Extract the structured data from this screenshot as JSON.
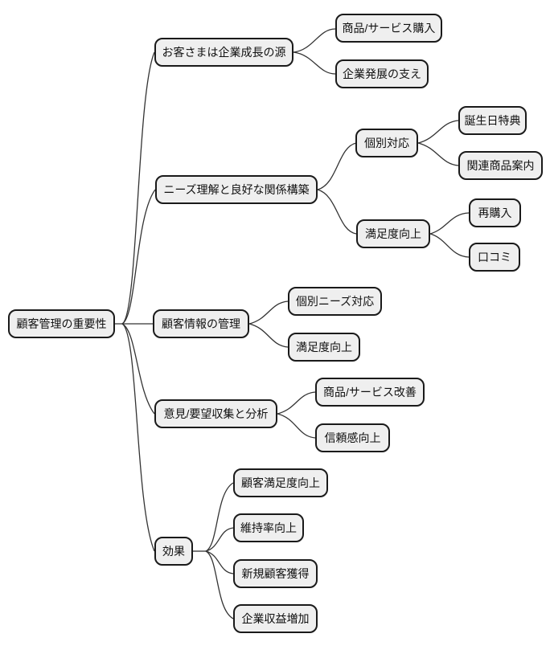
{
  "diagram": {
    "type": "mindmap",
    "colors": {
      "background": "#ffffff",
      "node_fill": "#efefef",
      "node_border": "#1a1a1a",
      "connector": "#333333",
      "text": "#111111"
    },
    "root": {
      "label": "顧客管理の重要性"
    },
    "branches": [
      {
        "label": "お客さまは企業成長の源",
        "children": [
          {
            "label": "商品/サービス購入"
          },
          {
            "label": "企業発展の支え"
          }
        ]
      },
      {
        "label": "ニーズ理解と良好な関係構築",
        "children": [
          {
            "label": "個別対応",
            "children": [
              {
                "label": "誕生日特典"
              },
              {
                "label": "関連商品案内"
              }
            ]
          },
          {
            "label": "満足度向上",
            "children": [
              {
                "label": "再購入"
              },
              {
                "label": "口コミ"
              }
            ]
          }
        ]
      },
      {
        "label": "顧客情報の管理",
        "children": [
          {
            "label": "個別ニーズ対応"
          },
          {
            "label": "満足度向上"
          }
        ]
      },
      {
        "label": "意見/要望収集と分析",
        "children": [
          {
            "label": "商品/サービス改善"
          },
          {
            "label": "信頼感向上"
          }
        ]
      },
      {
        "label": "効果",
        "children": [
          {
            "label": "顧客満足度向上"
          },
          {
            "label": "維持率向上"
          },
          {
            "label": "新規顧客獲得"
          },
          {
            "label": "企業収益増加"
          }
        ]
      }
    ]
  }
}
